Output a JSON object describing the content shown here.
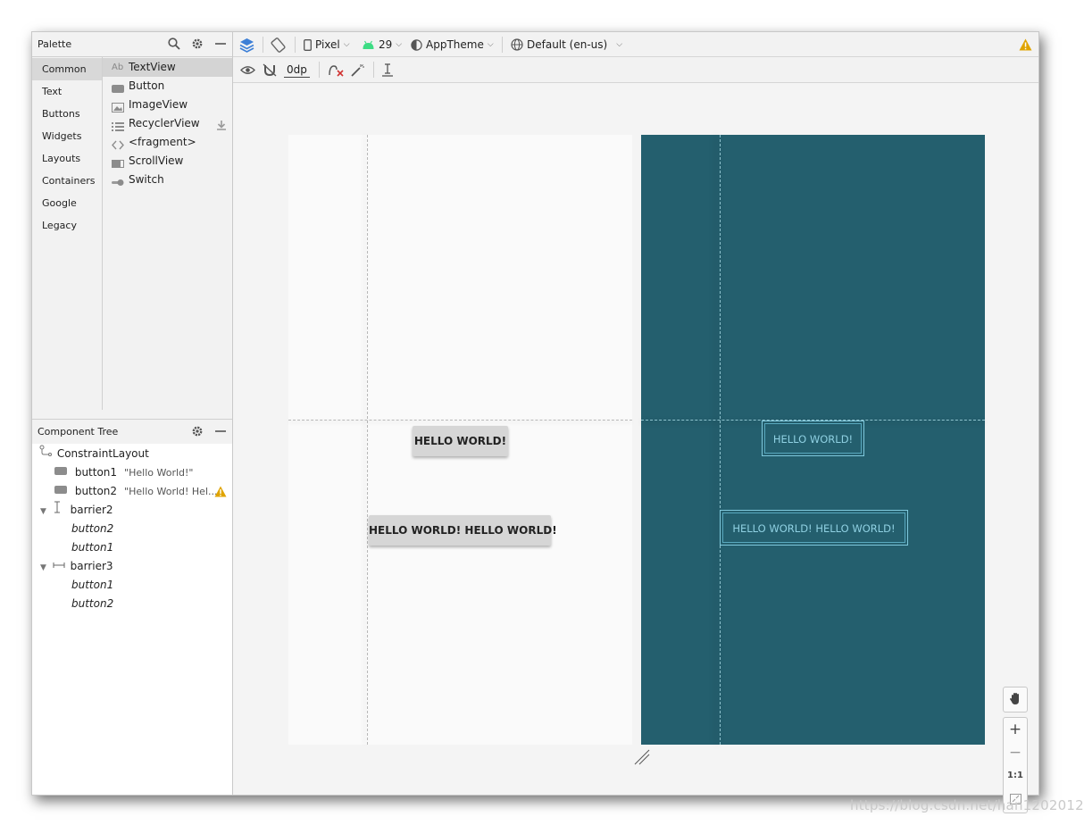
{
  "palette": {
    "title": "Palette",
    "categories": [
      "Common",
      "Text",
      "Buttons",
      "Widgets",
      "Layouts",
      "Containers",
      "Google",
      "Legacy"
    ],
    "items": [
      {
        "label": "TextView",
        "icon": "textview-icon"
      },
      {
        "label": "Button",
        "icon": "button-icon"
      },
      {
        "label": "ImageView",
        "icon": "image-icon"
      },
      {
        "label": "RecyclerView",
        "icon": "list-icon"
      },
      {
        "label": "<fragment>",
        "icon": "code-icon"
      },
      {
        "label": "ScrollView",
        "icon": "scrollview-icon"
      },
      {
        "label": "Switch",
        "icon": "switch-icon"
      }
    ],
    "textview_prefix": "Ab"
  },
  "component_tree": {
    "title": "Component Tree",
    "nodes": [
      {
        "label": "ConstraintLayout",
        "sub": ""
      },
      {
        "label": "button1",
        "sub": "\"Hello World!\""
      },
      {
        "label": "button2",
        "sub": "\"Hello World! Hel..."
      },
      {
        "label": "barrier2",
        "sub": ""
      },
      {
        "label": "button2",
        "sub": ""
      },
      {
        "label": "button1",
        "sub": ""
      },
      {
        "label": "barrier3",
        "sub": ""
      },
      {
        "label": "button1",
        "sub": ""
      },
      {
        "label": "button2",
        "sub": ""
      }
    ]
  },
  "toolbar": {
    "device": "Pixel",
    "api": "29",
    "theme": "AppTheme",
    "locale": "Default (en-us)",
    "margin": "0dp"
  },
  "design": {
    "button1_text": "HELLO WORLD!",
    "button2_text": "HELLO WORLD! HELLO WORLD!"
  },
  "zoom": {
    "plus": "+",
    "minus": "−",
    "one_to_one": "1:1"
  },
  "colors": {
    "blueprint_bg": "#245f6e",
    "warning": "#e0a400",
    "android_green": "#3ddc84"
  },
  "watermark": "https://blog.csdn.net/han1202012"
}
